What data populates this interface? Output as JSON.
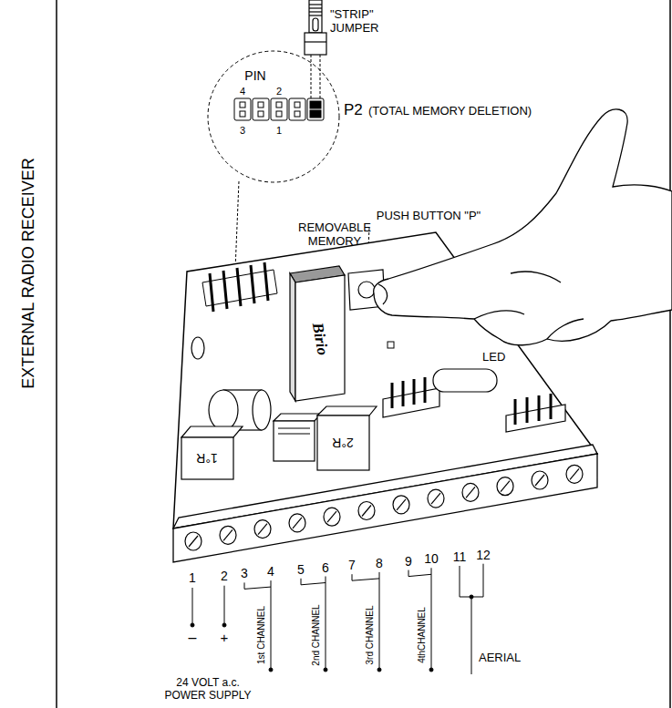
{
  "diagram": {
    "title": "EXTERNAL RADIO RECEIVER",
    "labels": [
      "\"STRIP\" JUMPER",
      "PIN",
      "4",
      "2",
      "P2",
      "(TOTAL MEMORY DELETION)",
      "3",
      "1",
      "REMOVABLE MEMORY",
      "PUSH BUTTON \"P\"",
      "Birio",
      "LED",
      "1°R",
      "2°R",
      "1",
      "2",
      "3",
      "4",
      "5",
      "6",
      "7",
      "8",
      "9",
      "10",
      "11",
      "12",
      "–",
      "+",
      "1st CHANNEL",
      "2nd CHANNEL",
      "3rd CHANNEL",
      "4thCHANNEL",
      "AERIAL",
      "24 VOLT a.c. POWER SUPPLY"
    ]
  }
}
